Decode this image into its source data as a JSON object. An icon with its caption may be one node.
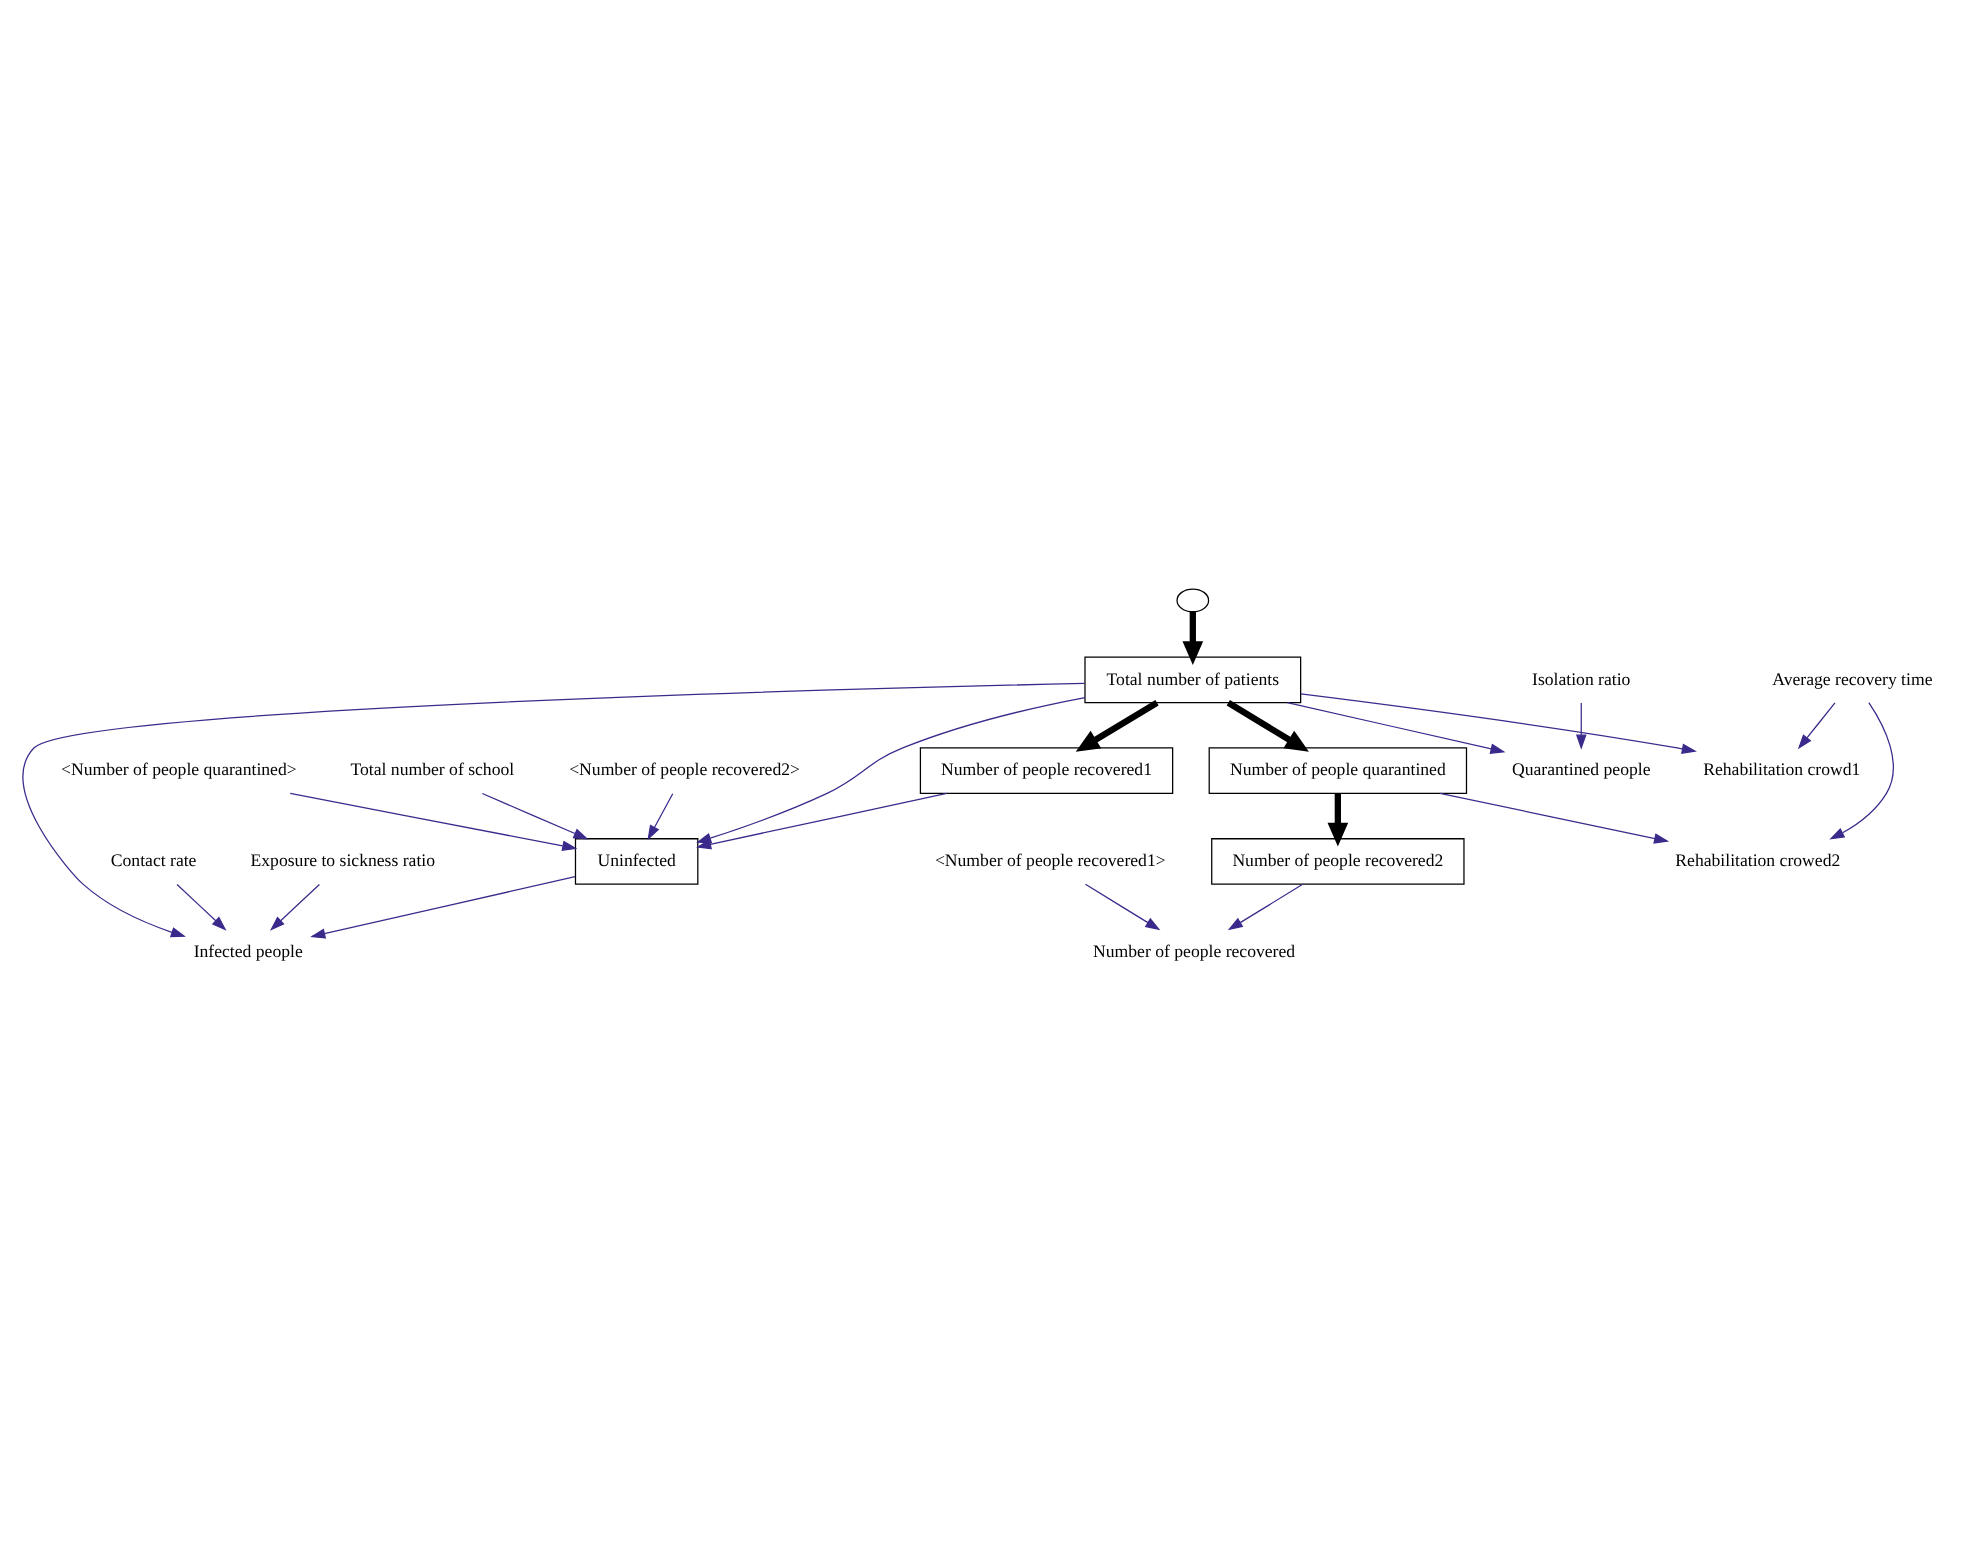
{
  "diagram": {
    "nodes": [
      {
        "text": [
          "<Number of people quarantined>"
        ]
      },
      {
        "text": [
          "Total number of school"
        ]
      },
      {
        "text": [
          "<Number of people recovered2>"
        ]
      },
      {
        "text": [
          "Uninfected"
        ]
      },
      {
        "text": [],
        "shape": "cloud"
      },
      {
        "text": [
          "Infected people"
        ]
      },
      {
        "text": [
          "Total number of patients"
        ]
      },
      {
        "text": [
          "Rehabilitation crowd1"
        ]
      },
      {
        "text": [
          "Number of people recovered1"
        ]
      },
      {
        "text": [
          "Quarantined people"
        ]
      },
      {
        "text": [
          "Contact rate"
        ]
      },
      {
        "text": [
          "Exposure to sickness ratio"
        ]
      },
      {
        "text": [
          "Isolation ratio"
        ]
      },
      {
        "text": [
          "Number of people quarantined"
        ]
      },
      {
        "text": [
          "Average recovery time"
        ]
      },
      {
        "text": [
          "Rehabilitation crowed2"
        ]
      },
      {
        "text": [
          "Number of people recovered"
        ]
      },
      {
        "text": [
          "<Number of people recovered1>"
        ]
      },
      {
        "text": [
          "Number of people recovered2"
        ]
      }
    ],
    "edges": [
      {
        "from": 0,
        "to": 3,
        "arrow": "to"
      },
      {
        "from": 1,
        "to": 3,
        "arrow": "to"
      },
      {
        "from": 2,
        "to": 3,
        "arrow": "to"
      },
      {
        "from": 3,
        "to": 5,
        "arrow": "to"
      },
      {
        "from": 4,
        "to": 6,
        "arrow": "to",
        "style": "thick",
        "color": "#000000"
      },
      {
        "from": 6,
        "to": 5,
        "arrow": "to"
      },
      {
        "from": 6,
        "to": 3,
        "arrow": "to"
      },
      {
        "from": 6,
        "to": 7,
        "arrow": "to"
      },
      {
        "from": 6,
        "to": 8,
        "arrow": "to",
        "style": "thick",
        "color": "#000000"
      },
      {
        "from": 8,
        "to": 3,
        "arrow": "to"
      },
      {
        "from": 6,
        "to": 9,
        "arrow": "to"
      },
      {
        "from": 10,
        "to": 5,
        "arrow": "to"
      },
      {
        "from": 11,
        "to": 5,
        "arrow": "to"
      },
      {
        "from": 6,
        "to": 13,
        "arrow": "to",
        "style": "thick",
        "color": "#000000"
      },
      {
        "from": 12,
        "to": 9,
        "arrow": "to"
      },
      {
        "from": 14,
        "to": 7,
        "arrow": "to"
      },
      {
        "from": 13,
        "to": 15,
        "arrow": "to"
      },
      {
        "from": 14,
        "to": 15,
        "arrow": "to"
      },
      {
        "from": 13,
        "to": 18,
        "arrow": "to",
        "style": "thick",
        "color": "#000000"
      },
      {
        "from": 18,
        "to": 16,
        "arrow": "to"
      },
      {
        "from": 17,
        "to": 16,
        "arrow": "to"
      }
    ]
  }
}
